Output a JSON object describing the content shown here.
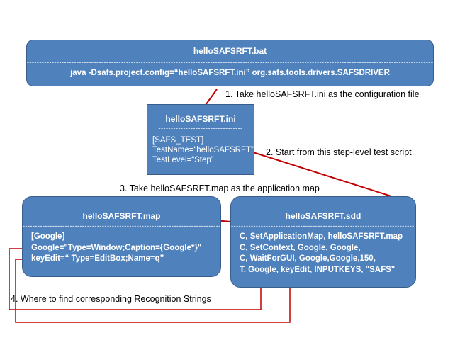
{
  "bat_box": {
    "title": "helloSAFSRFT.bat",
    "divider": "----------------------------------------------------------------------------------------------------------------------------------------------------------------------",
    "command": "java -Dsafs.project.config=“helloSAFSRFT.ini” org.safs.tools.drivers.SAFSDRIVER"
  },
  "ini_box": {
    "title": "helloSAFSRFT.ini",
    "divider": "----------------------------------",
    "lines": [
      "[SAFS_TEST]",
      "TestName=“helloSAFSRFT”",
      "TestLevel=“Step”"
    ]
  },
  "map_box": {
    "title": "helloSAFSRFT.map",
    "divider": "--------------------------------------------------------------------------------------",
    "lines": [
      "[Google]",
      "Google=\"Type=Window;Caption={Google*}\"",
      "keyEdit=“ Type=EditBox;Name=q”"
    ]
  },
  "sdd_box": {
    "title": "helloSAFSRFT.sdd",
    "divider": "----------------------------------------------------------------------------",
    "lines": [
      "C, SetApplicationMap, helloSAFSRFT.map",
      "C, SetContext, Google, Google,",
      "C, WaitForGUI, Google,Google,150,",
      "T, Google, keyEdit, INPUTKEYS, \"SAFS\""
    ]
  },
  "notes": {
    "step1": "1. Take helloSAFSRFT.ini as the configuration file",
    "step2": "2.  Start from this step-level test script",
    "step3": "3.  Take helloSAFSRFT.map as the application map",
    "step4": "4. Where to find corresponding Recognition Strings"
  },
  "colors": {
    "box_fill": "#4f81bd",
    "box_border": "#385d8a",
    "arrow": "#c00000"
  }
}
